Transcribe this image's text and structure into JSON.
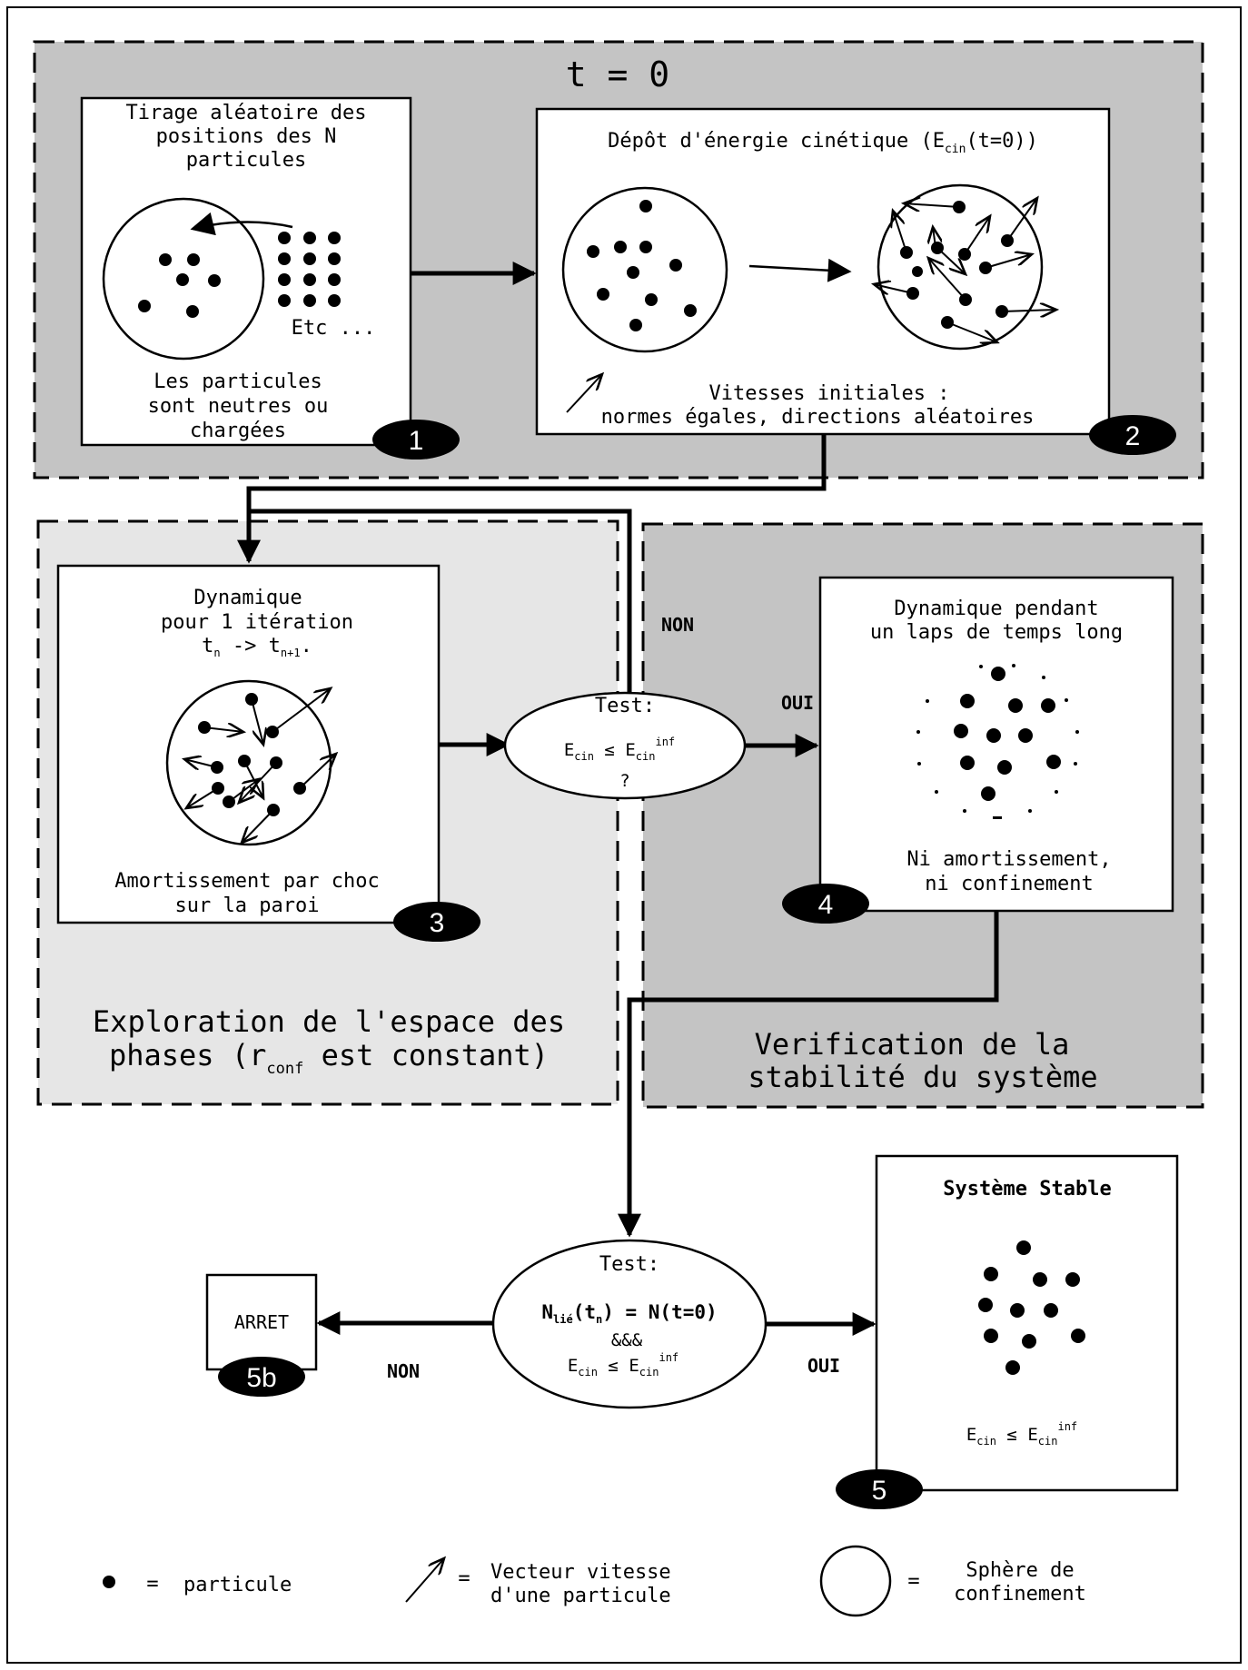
{
  "top_region": {
    "title": "t = 0"
  },
  "box1": {
    "title_lines": [
      "Tirage aléatoire des",
      "positions des N",
      "particules"
    ],
    "etc": "Etc ...",
    "footer_lines": [
      "Les particules",
      "sont neutres ou",
      "chargées"
    ],
    "badge": "1"
  },
  "box2": {
    "title_main": "Dépôt d'énergie cinétique (E",
    "title_sub": "cin",
    "title_tail": "(t=0))",
    "footer_lines": [
      "Vitesses initiales :",
      "normes égales, directions aléatoires"
    ],
    "badge": "2"
  },
  "box3": {
    "title_lines": [
      "Dynamique",
      "pour 1 itération"
    ],
    "t_n": "t",
    "t_n_sub": "n",
    "arrow_txt": "->",
    "t_n1": "t",
    "t_n1_sub": "n+1",
    "period": ".",
    "footer_lines": [
      "Amortissement par choc",
      "sur la paroi"
    ],
    "badge": "3"
  },
  "region3_caption": {
    "line1": "Exploration de l'espace des",
    "line2_a": "phases (r",
    "line2_sub": "conf",
    "line2_b": " est constant)"
  },
  "test1": {
    "title": "Test:",
    "lhs": "E",
    "lhs_sub": "cin",
    "op": "≤",
    "rhs": "E",
    "rhs_sub": "cin",
    "rhs_sup": "inf",
    "q": "?",
    "no_label": "NON",
    "yes_label": "OUI"
  },
  "box4": {
    "title_lines": [
      "Dynamique pendant",
      "un laps de temps long"
    ],
    "footer_lines": [
      "Ni amortissement,",
      "ni confinement"
    ],
    "badge": "4"
  },
  "region4_caption": {
    "line1": "Verification de la",
    "line2": "stabilité du système"
  },
  "test2": {
    "title": "Test:",
    "l1_a": "N",
    "l1_sub": "lié",
    "l1_b": "(t",
    "l1_sub2": "n",
    "l1_c": ") = N(t=0)",
    "l2": "&&&",
    "lhs": "E",
    "lhs_sub": "cin",
    "op": "≤",
    "rhs": "E",
    "rhs_sub": "cin",
    "rhs_sup": "inf",
    "no_label": "NON",
    "yes_label": "OUI"
  },
  "arret": {
    "label": "ARRET",
    "badge": "5b"
  },
  "box5": {
    "title": "Système Stable",
    "lhs": "E",
    "lhs_sub": "cin",
    "op": "≤",
    "rhs": "E",
    "rhs_sub": "cin",
    "rhs_sup": "inf",
    "badge": "5"
  },
  "legend": {
    "particle_eq": "=",
    "particle_label": "particule",
    "vector_eq": "=",
    "vector_lines": [
      "Vecteur vitesse",
      "d'une particule"
    ],
    "sphere_eq": "=",
    "sphere_lines": [
      "Sphère de",
      "confinement"
    ]
  },
  "colors": {
    "region_dark": "#c4c4c4",
    "region_light": "#e6e6e6",
    "ink": "#000000",
    "paper": "#ffffff"
  }
}
